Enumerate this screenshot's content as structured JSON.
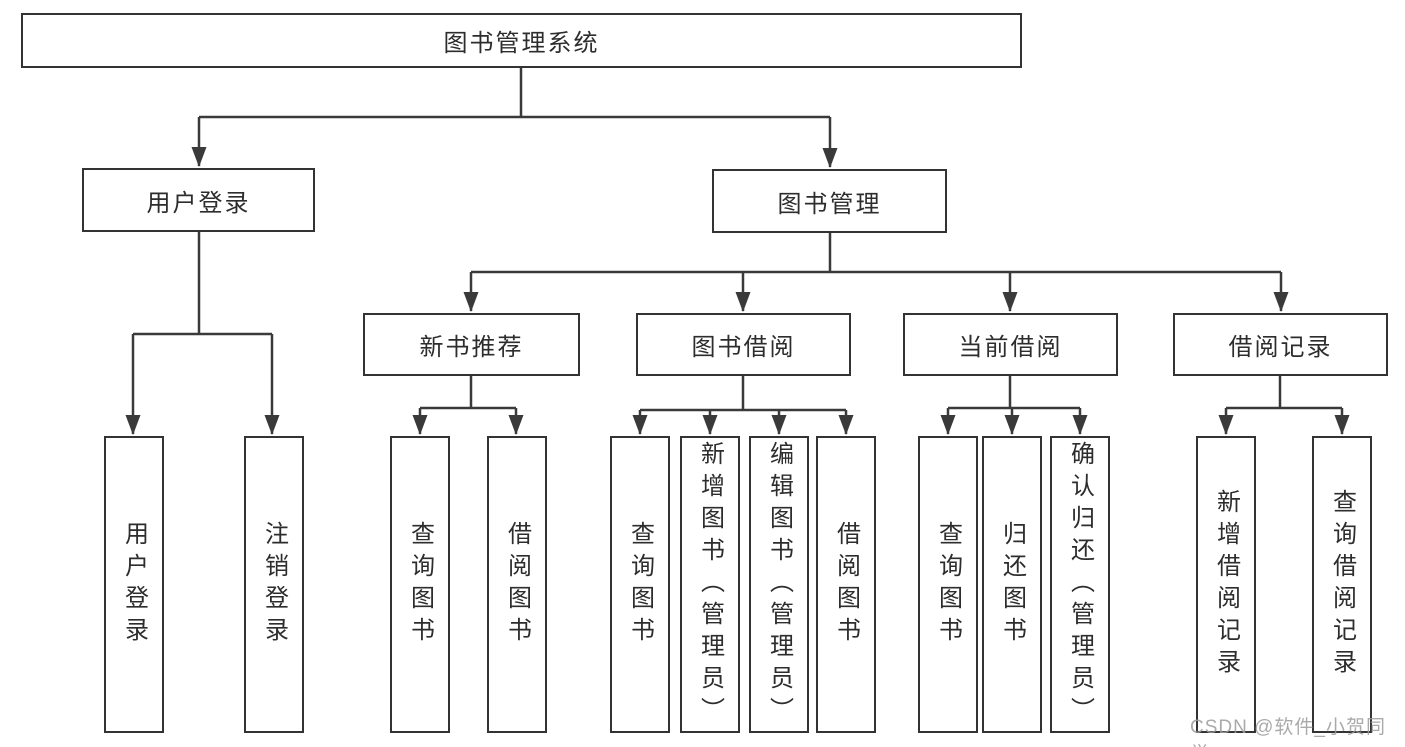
{
  "tree": {
    "label": "图书管理系统",
    "children": [
      {
        "label": "用户登录",
        "children": [
          {
            "label": "用户登录"
          },
          {
            "label": "注销登录"
          }
        ]
      },
      {
        "label": "图书管理",
        "children": [
          {
            "label": "新书推荐",
            "children": [
              {
                "label": "查询图书"
              },
              {
                "label": "借阅图书"
              }
            ]
          },
          {
            "label": "图书借阅",
            "children": [
              {
                "label": "查询图书"
              },
              {
                "label": "新增图书（管理员）"
              },
              {
                "label": "编辑图书（管理员）"
              },
              {
                "label": "借阅图书"
              }
            ]
          },
          {
            "label": "当前借阅",
            "children": [
              {
                "label": "查询图书"
              },
              {
                "label": "归还图书"
              },
              {
                "label": "确认归还（管理员）"
              }
            ]
          },
          {
            "label": "借阅记录",
            "children": [
              {
                "label": "新增借阅记录"
              },
              {
                "label": "查询借阅记录"
              }
            ]
          }
        ]
      }
    ]
  },
  "watermark": {
    "text": "CSDN @软件_小贺同学"
  },
  "colors": {
    "line": "#3a3a3a",
    "box_border": "#333333",
    "box_fill": "#ffffff",
    "text": "#2d2d2d",
    "watermark": "#9c9c9c",
    "background": "#ffffff"
  }
}
